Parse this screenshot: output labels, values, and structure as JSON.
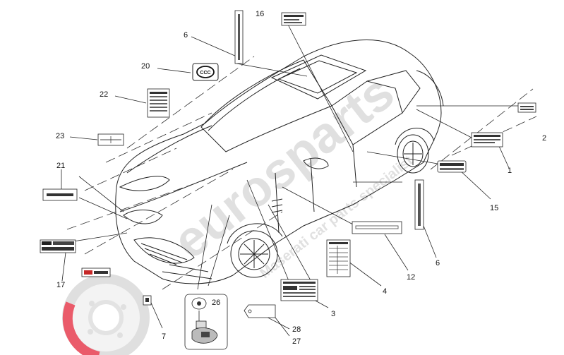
{
  "diagram": {
    "callouts": [
      {
        "id": "c1",
        "text": "1"
      },
      {
        "id": "c2",
        "text": "2"
      },
      {
        "id": "c3",
        "text": "3"
      },
      {
        "id": "c4",
        "text": "4"
      },
      {
        "id": "c6a",
        "text": "6"
      },
      {
        "id": "c6b",
        "text": "6"
      },
      {
        "id": "c7",
        "text": "7"
      },
      {
        "id": "c12",
        "text": "12"
      },
      {
        "id": "c15",
        "text": "15"
      },
      {
        "id": "c16",
        "text": "16"
      },
      {
        "id": "c17",
        "text": "17"
      },
      {
        "id": "c20",
        "text": "20"
      },
      {
        "id": "c21",
        "text": "21"
      },
      {
        "id": "c22",
        "text": "22"
      },
      {
        "id": "c23",
        "text": "23"
      },
      {
        "id": "c26",
        "text": "26"
      },
      {
        "id": "c27",
        "text": "27"
      },
      {
        "id": "c28",
        "text": "28"
      }
    ],
    "ccc_mark": "CCC"
  },
  "watermark": {
    "brand": "eurosparts",
    "tagline": "Maserati car parts specialist",
    "brand_color": "#d9d9d9",
    "accent_color": "#e84a5a"
  }
}
